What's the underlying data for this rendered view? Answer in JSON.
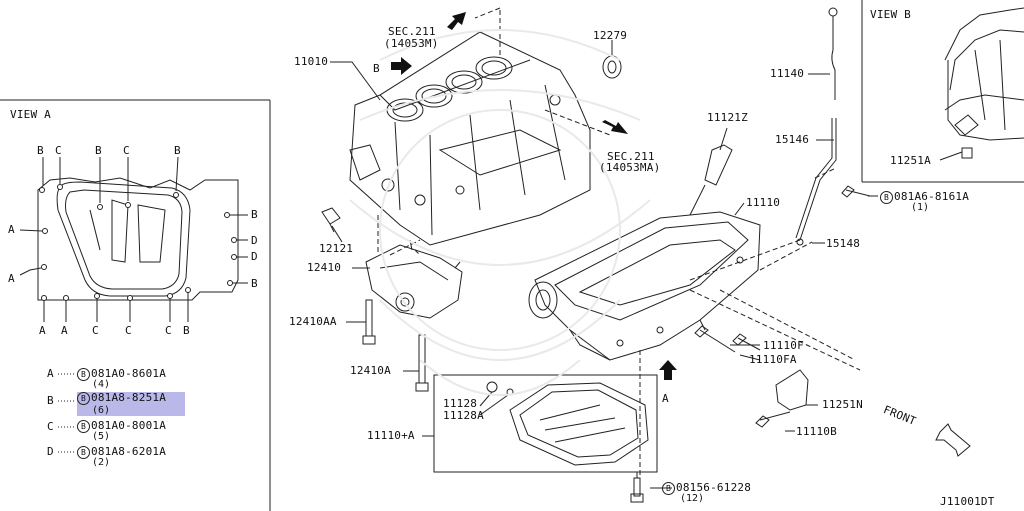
{
  "view_a": {
    "title": "VIEW A",
    "legend": [
      {
        "letter": "A",
        "part": "081A0-8601A",
        "qty": "(4)"
      },
      {
        "letter": "B",
        "part": "081A8-8251A",
        "qty": "(6)"
      },
      {
        "letter": "C",
        "part": "081A0-8001A",
        "qty": "(5)"
      },
      {
        "letter": "D",
        "part": "081A8-6201A",
        "qty": "(2)"
      }
    ],
    "marks": {
      "b1": "B",
      "c1": "C",
      "b2": "B",
      "c2": "C",
      "b3": "B",
      "a1": "A",
      "a2": "A",
      "b4": "B",
      "d1": "D",
      "d2": "D",
      "b5": "B",
      "a3": "A",
      "a4": "A",
      "c3": "C",
      "c4": "C",
      "c5": "C",
      "b6": "B"
    }
  },
  "view_b": {
    "title": "VIEW B",
    "label": "11251A"
  },
  "bolt_symbol": "B",
  "labels": {
    "sec211_top": "SEC.211",
    "sec211_top_sub": "(14053M)",
    "sec211_right": "SEC.211",
    "sec211_right_sub": "(14053MA)",
    "p11010": "11010",
    "p12279": "12279",
    "p11140": "11140",
    "p15146": "15146",
    "p11121z": "11121Z",
    "p11110": "11110",
    "p081a6": "081A6-8161A",
    "p081a6_qty": "(1)",
    "p15148": "15148",
    "p12121": "12121",
    "p12410": "12410",
    "p12410aa": "12410AA",
    "p12410a": "12410A",
    "p11110f": "11110F",
    "p11110fa": "11110FA",
    "p11128": "11128",
    "p11128a": "11128A",
    "p11110plusa": "11110+A",
    "p11251n": "11251N",
    "p11110b": "11110B",
    "p08156": "08156-61228",
    "p08156_qty": "(12)",
    "arrow_b": "B",
    "arrow_a": "A",
    "front": "FRONT",
    "diagram_code": "J11001DT"
  }
}
